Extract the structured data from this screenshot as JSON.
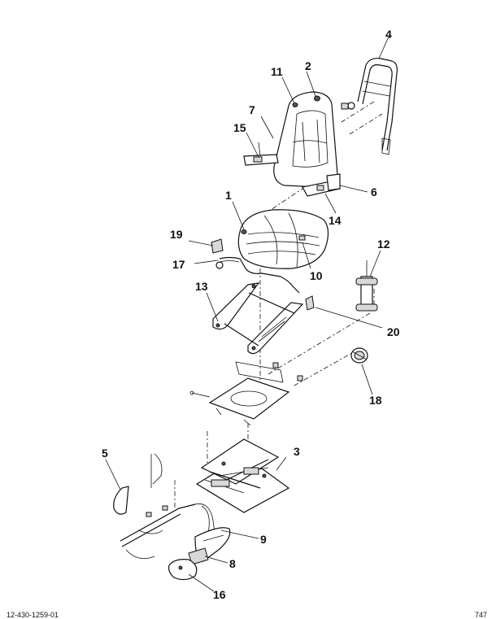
{
  "callouts": {
    "c1": "1",
    "c2": "2",
    "c3": "3",
    "c4": "4",
    "c5": "5",
    "c6": "6",
    "c7": "7",
    "c8": "8",
    "c9": "9",
    "c10": "10",
    "c11": "11",
    "c12": "12",
    "c13": "13",
    "c14": "14",
    "c15": "15",
    "c16": "16",
    "c17": "17",
    "c18": "18",
    "c19": "19",
    "c20": "20"
  },
  "footer": {
    "left": "12-430-1259-01",
    "right": "747"
  }
}
